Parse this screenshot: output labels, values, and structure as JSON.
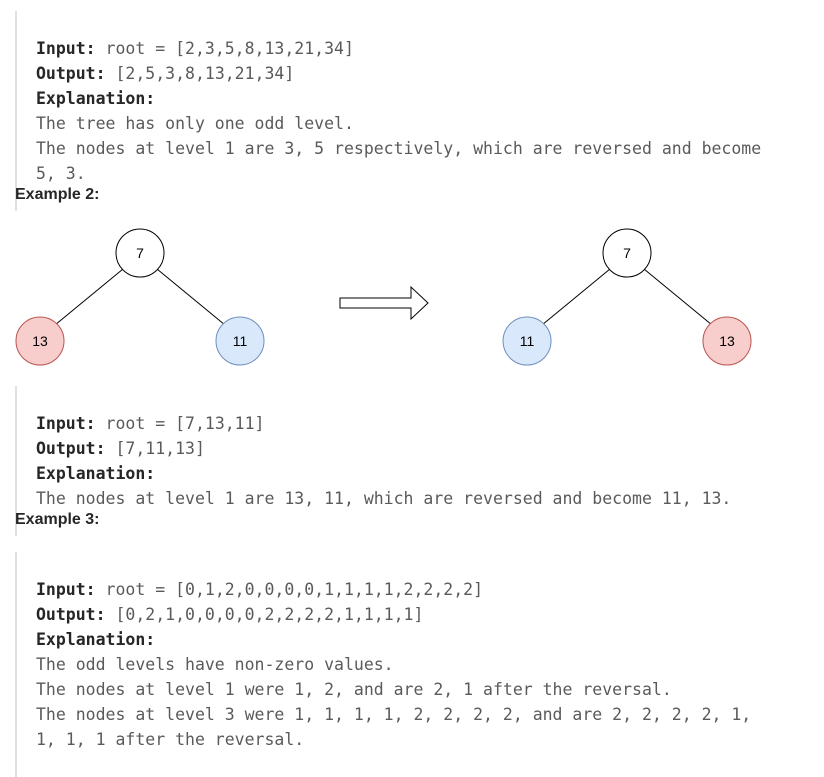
{
  "example1": {
    "input_label": "Input:",
    "input_value": " root = [2,3,5,8,13,21,34]",
    "output_label": "Output:",
    "output_value": " [2,5,3,8,13,21,34]",
    "explanation_label": "Explanation:",
    "explanation_lines": [
      "The tree has only one odd level.",
      "The nodes at level 1 are 3, 5 respectively, which are reversed and become",
      "5, 3."
    ]
  },
  "example2": {
    "heading": "Example 2:",
    "tree_before": {
      "root": "7",
      "left": "13",
      "right": "11"
    },
    "tree_after": {
      "root": "7",
      "left": "11",
      "right": "13"
    },
    "input_label": "Input:",
    "input_value": " root = [7,13,11]",
    "output_label": "Output:",
    "output_value": " [7,11,13]",
    "explanation_label": "Explanation:",
    "explanation_lines": [
      "The nodes at level 1 are 13, 11, which are reversed and become 11, 13."
    ]
  },
  "example3": {
    "heading": "Example 3:",
    "input_label": "Input:",
    "input_value": " root = [0,1,2,0,0,0,0,1,1,1,1,2,2,2,2]",
    "output_label": "Output:",
    "output_value": " [0,2,1,0,0,0,0,2,2,2,2,1,1,1,1]",
    "explanation_label": "Explanation:",
    "explanation_lines": [
      "The odd levels have non-zero values.",
      "The nodes at level 1 were 1, 2, and are 2, 1 after the reversal.",
      "The nodes at level 3 were 1, 1, 1, 1, 2, 2, 2, 2, and are 2, 2, 2, 2, 1,",
      "1, 1, 1 after the reversal."
    ]
  },
  "colors": {
    "node_red_fill": "#f8cecc",
    "node_red_stroke": "#b85450",
    "node_blue_fill": "#dae8fc",
    "node_blue_stroke": "#6c8ebf",
    "node_white_fill": "#ffffff",
    "edge": "#000000"
  }
}
